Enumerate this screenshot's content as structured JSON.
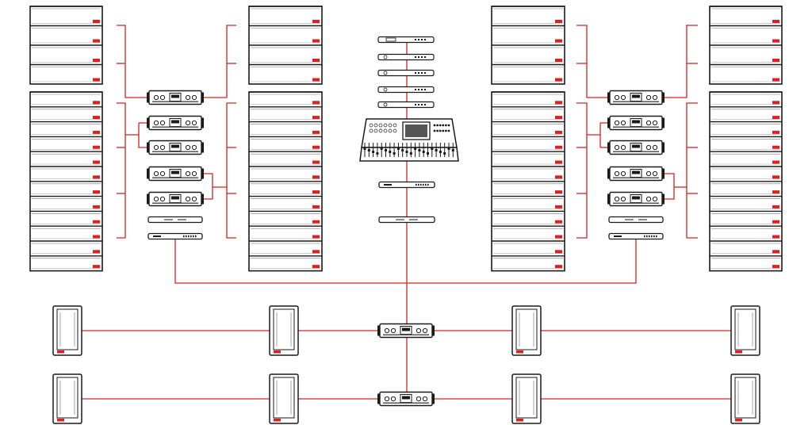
{
  "colors": {
    "background": "#ffffff",
    "outline": "#1a1a1a",
    "cable": "#d42424",
    "badge": "#e02020",
    "panel": "#f2f2f2"
  },
  "diagram": {
    "kind": "audio system signal-flow",
    "line_arrays": {
      "count": 4,
      "upper_cabinets": 4,
      "lower_cabinets": 12
    },
    "amplifier_racks": {
      "count": 2,
      "amplifiers_each": 5,
      "processors_each": 2
    },
    "center_rack": {
      "outboard_units": 5,
      "mixing_console": 1,
      "network_units": 2
    },
    "floor_amplifiers": {
      "count": 2
    },
    "floor_monitors": {
      "rows": 2,
      "per_row": 4
    }
  }
}
